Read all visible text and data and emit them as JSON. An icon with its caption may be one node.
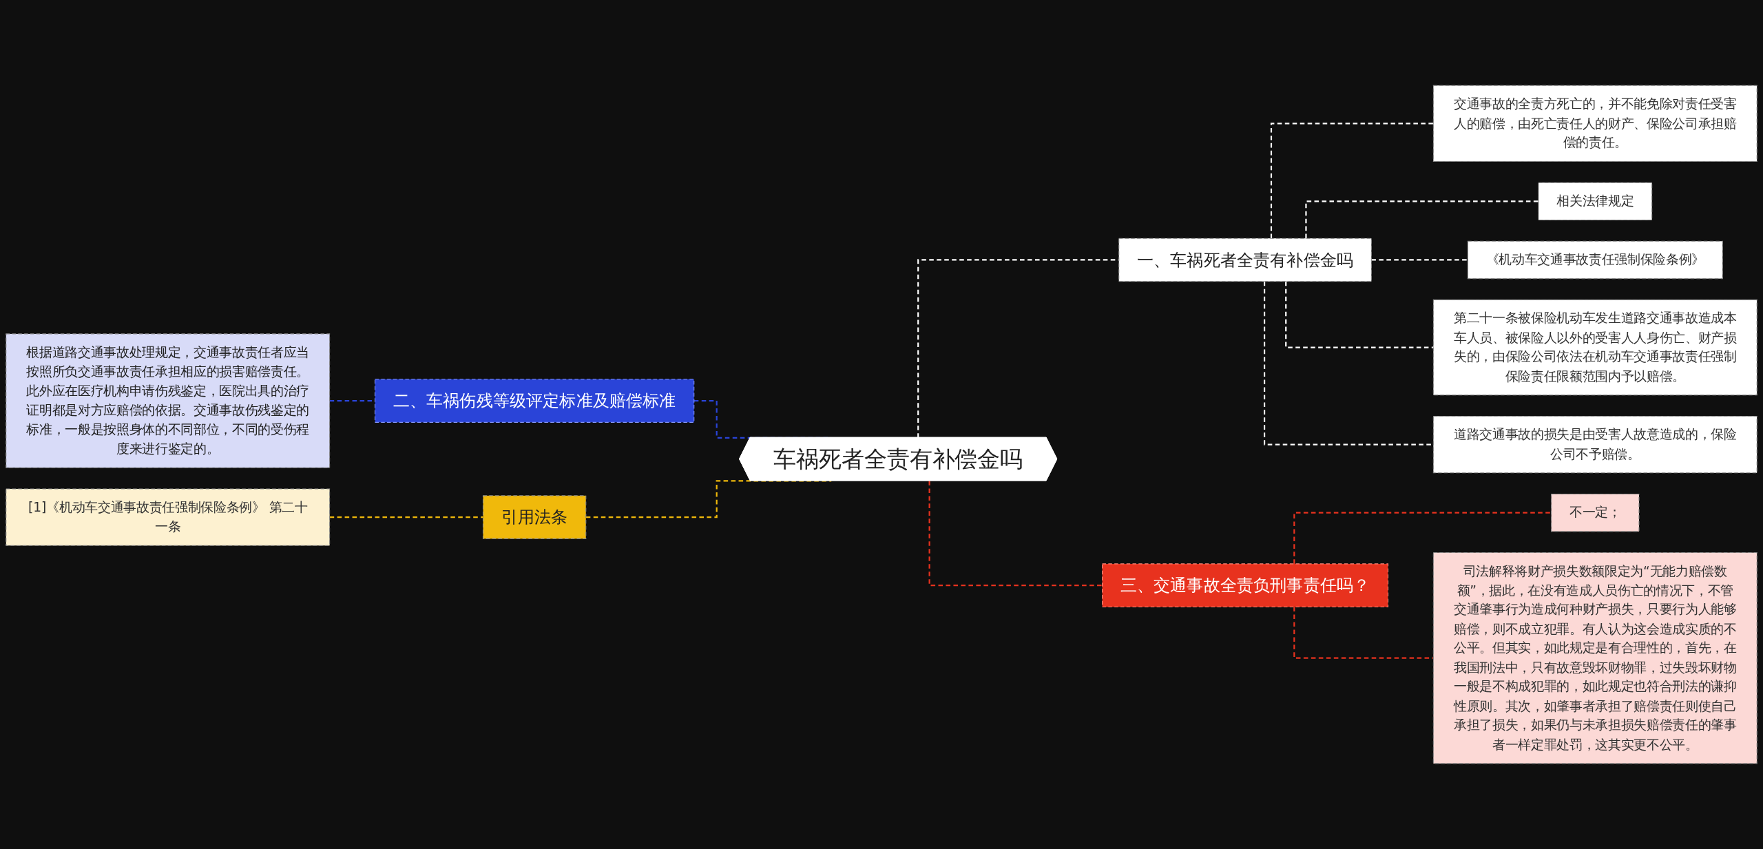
{
  "diagram": {
    "nodes": [
      {
        "text": [
          "车祸死者全责有补偿金吗"
        ]
      },
      {
        "text": [
          "一、车祸死者全责有补偿金吗"
        ]
      },
      {
        "text": [
          "交通事故的全责方死亡的，并不能免除对责任受害人的赔偿，由死亡责任人的财产、保险公司承担赔偿的责任。"
        ]
      },
      {
        "text": [
          "相关法律规定"
        ]
      },
      {
        "text": [
          "《机动车交通事故责任强制保险条例》"
        ]
      },
      {
        "text": [
          "第二十一条被保险机动车发生道路交通事故造成本车人员、被保险人以外的受害人人身伤亡、财产损失的，由保险公司依法在机动车交通事故责任强制保险责任限额范围内予以赔偿。"
        ]
      },
      {
        "text": [
          "道路交通事故的损失是由受害人故意造成的，保险公司不予赔偿。"
        ]
      },
      {
        "text": [
          "三、交通事故全责负刑事责任吗？"
        ]
      },
      {
        "text": [
          "不一定；"
        ]
      },
      {
        "text": [
          "司法解释将财产损失数额限定为“无能力赔偿数额”，据此，在没有造成人员伤亡的情况下，不管交通肇事行为造成何种财产损失，只要行为人能够赔偿，则不成立犯罪。有人认为这会造成实质的不公平。但其实，如此规定是有合理性的，首先，在我国刑法中，只有故意毁坏财物罪，过失毁坏财物一般是不构成犯罪的，如此规定也符合刑法的谦抑性原则。其次，如肇事者承担了赔偿责任则使自己承担了损失，如果仍与未承担损失赔偿责任的肇事者一样定罪处罚，这其实更不公平。"
        ]
      },
      {
        "text": [
          "二、车祸伤残等级评定标准及赔偿标准"
        ]
      },
      {
        "text": [
          "根据道路交通事故处理规定，交通事故责任者应当按照所负交通事故责任承担相应的损害赔偿责任。此外应在医疗机构申请伤残鉴定，医院出具的治疗证明都是对方应赔偿的依据。交通事故伤残鉴定的标准，一般是按照身体的不同部位，不同的受伤程度来进行鉴定的。"
        ]
      },
      {
        "text": [
          "引用法条"
        ]
      },
      {
        "text": [
          "[1]《机动车交通事故责任强制保险条例》 第二十一条"
        ]
      }
    ],
    "edges": [
      {
        "from": 11,
        "to": 10,
        "arrow": "none",
        "style": "dashed",
        "color": "#2a44d8"
      },
      {
        "from": 13,
        "to": 12,
        "arrow": "none",
        "style": "dashed",
        "color": "#f0b90b"
      },
      {
        "from": 10,
        "to": 0,
        "arrow": "none",
        "style": "dashed",
        "color": "#2a44d8"
      },
      {
        "from": 12,
        "to": 0,
        "arrow": "none",
        "style": "dashed",
        "color": "#f0b90b"
      },
      {
        "from": 0,
        "to": 1,
        "arrow": "none",
        "style": "dashed"
      },
      {
        "from": 1,
        "to": 2,
        "arrow": "none",
        "style": "dashed"
      },
      {
        "from": 1,
        "to": 3,
        "arrow": "none",
        "style": "dashed"
      },
      {
        "from": 1,
        "to": 4,
        "arrow": "none",
        "style": "dashed"
      },
      {
        "from": 1,
        "to": 5,
        "arrow": "none",
        "style": "dashed"
      },
      {
        "from": 1,
        "to": 6,
        "arrow": "none",
        "style": "dashed"
      },
      {
        "from": 0,
        "to": 7,
        "arrow": "none",
        "style": "dashed",
        "color": "#e8321e"
      },
      {
        "from": 7,
        "to": 8,
        "arrow": "none",
        "style": "dashed",
        "color": "#e8321e"
      },
      {
        "from": 7,
        "to": 9,
        "arrow": "none",
        "style": "dashed",
        "color": "#e8321e"
      }
    ]
  }
}
